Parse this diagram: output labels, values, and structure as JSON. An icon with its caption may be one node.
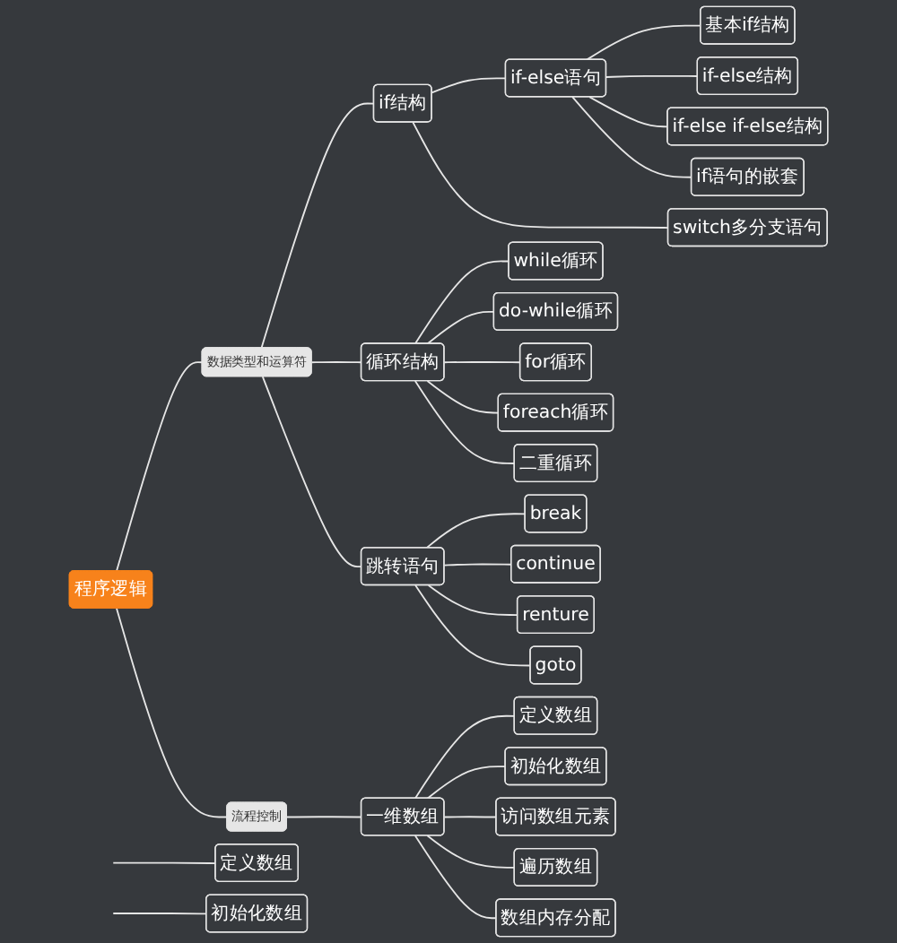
{
  "diagram": {
    "nodes": [
      {
        "text": [
          "程序逻辑"
        ]
      },
      {
        "text": [
          "数据类型和运算符"
        ]
      },
      {
        "text": [
          "if结构"
        ]
      },
      {
        "text": [
          "if-else语句"
        ]
      },
      {
        "text": [
          "基本if结构"
        ]
      },
      {
        "text": [
          "if-else结构"
        ]
      },
      {
        "text": [
          "if-else if-else结构"
        ]
      },
      {
        "text": [
          "if语句的嵌套"
        ]
      },
      {
        "text": [
          "switch多分支语句"
        ]
      },
      {
        "text": [
          "循环结构"
        ]
      },
      {
        "text": [
          "while循环"
        ]
      },
      {
        "text": [
          "do-while循环"
        ]
      },
      {
        "text": [
          "for循环"
        ]
      },
      {
        "text": [
          "foreach循环"
        ]
      },
      {
        "text": [
          "二重循环"
        ]
      },
      {
        "text": [
          "跳转语句"
        ]
      },
      {
        "text": [
          "break"
        ]
      },
      {
        "text": [
          "continue"
        ]
      },
      {
        "text": [
          "renture"
        ]
      },
      {
        "text": [
          "goto"
        ]
      },
      {
        "text": [
          "流程控制"
        ]
      },
      {
        "text": [
          "一维数组"
        ]
      },
      {
        "text": [
          "定义数组"
        ]
      },
      {
        "text": [
          "初始化数组"
        ]
      },
      {
        "text": [
          "访问数组元素"
        ]
      },
      {
        "text": [
          "遍历数组"
        ]
      },
      {
        "text": [
          "数组内存分配"
        ]
      },
      {
        "text": [
          "定义数组"
        ]
      },
      {
        "text": [
          "初始化数组"
        ]
      }
    ],
    "edges": [
      {
        "from": 0,
        "to": 1,
        "arrow": "none"
      },
      {
        "from": 1,
        "to": 2,
        "arrow": "none"
      },
      {
        "from": 2,
        "to": 3,
        "arrow": "none"
      },
      {
        "from": 3,
        "to": 4,
        "arrow": "none"
      },
      {
        "from": 3,
        "to": 5,
        "arrow": "none"
      },
      {
        "from": 3,
        "to": 6,
        "arrow": "none"
      },
      {
        "from": 3,
        "to": 7,
        "arrow": "none"
      },
      {
        "from": 2,
        "to": 8,
        "arrow": "none"
      },
      {
        "from": 1,
        "to": 9,
        "arrow": "none"
      },
      {
        "from": 9,
        "to": 10,
        "arrow": "none"
      },
      {
        "from": 9,
        "to": 11,
        "arrow": "none"
      },
      {
        "from": 9,
        "to": 12,
        "arrow": "none"
      },
      {
        "from": 9,
        "to": 13,
        "arrow": "none"
      },
      {
        "from": 9,
        "to": 14,
        "arrow": "none"
      },
      {
        "from": 1,
        "to": 15,
        "arrow": "none"
      },
      {
        "from": 15,
        "to": 16,
        "arrow": "none"
      },
      {
        "from": 15,
        "to": 17,
        "arrow": "none"
      },
      {
        "from": 15,
        "to": 18,
        "arrow": "none"
      },
      {
        "from": 15,
        "to": 19,
        "arrow": "none"
      },
      {
        "from": 0,
        "to": 20,
        "arrow": "none"
      },
      {
        "from": 20,
        "to": 21,
        "arrow": "none"
      },
      {
        "from": 21,
        "to": 22,
        "arrow": "none"
      },
      {
        "from": 21,
        "to": 23,
        "arrow": "none"
      },
      {
        "from": 21,
        "to": 24,
        "arrow": "none"
      },
      {
        "from": 21,
        "to": 25,
        "arrow": "none"
      },
      {
        "from": 21,
        "to": 26,
        "arrow": "none"
      },
      {
        "from": null,
        "to": 27,
        "arrow": "none"
      },
      {
        "from": null,
        "to": 28,
        "arrow": "none"
      }
    ]
  }
}
